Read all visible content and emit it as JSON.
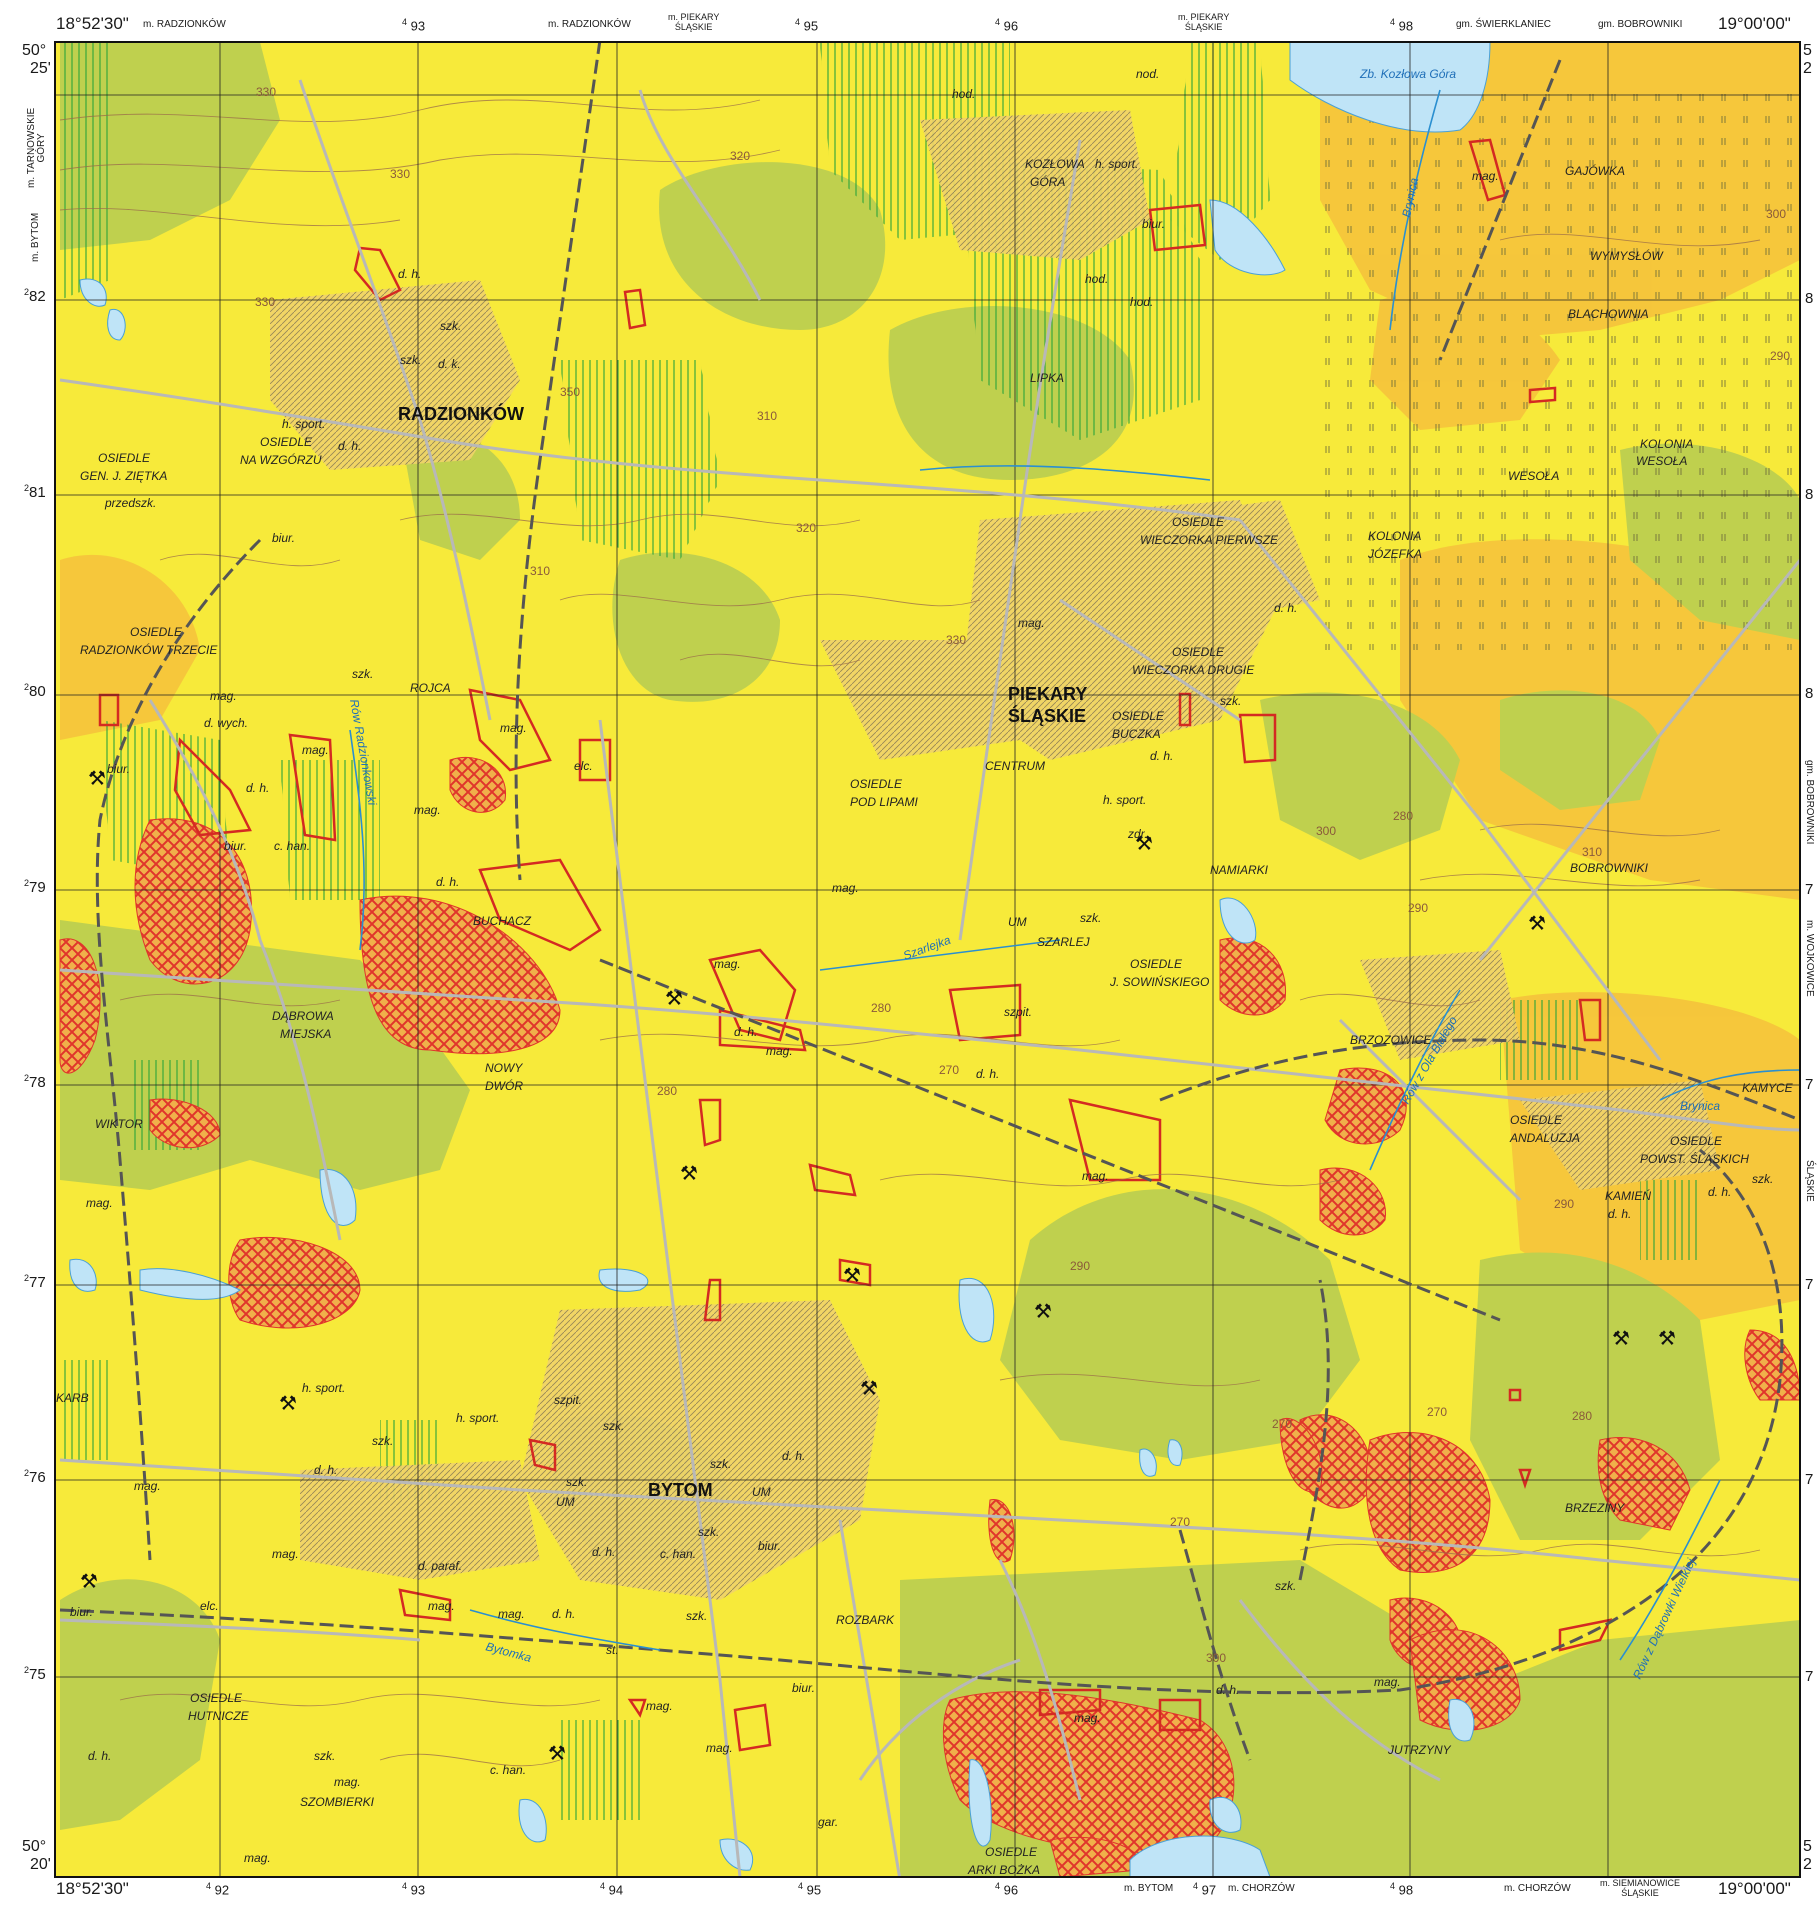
{
  "frame": {
    "corners": {
      "top_left_lon": "18°52'30\"",
      "top_right_lon": "19°00'00\"",
      "bottom_left_lon": "18°52'30\"",
      "bottom_right_lon": "19°00'00\"",
      "top_left_lat_deg": "50°",
      "top_left_lat_min": "25'",
      "bottom_left_lat_deg": "50°",
      "bottom_left_lat_min": "20'"
    },
    "top_grid": [
      "93",
      "95",
      "96",
      "98"
    ],
    "bottom_grid": [
      "92",
      "93",
      "94",
      "95",
      "96",
      "97",
      "98"
    ],
    "grid_prefix": "4",
    "left_grid": [
      "82",
      "81",
      "80",
      "79",
      "78",
      "77",
      "76",
      "75"
    ],
    "left_prefix": "2",
    "right_grid_fragments": [
      "8",
      "8",
      "8",
      "7",
      "7",
      "7",
      "7",
      "7"
    ],
    "right_top_fragment": "5",
    "right_top_fragment2": "2",
    "right_bottom_fragment": "5",
    "right_bottom_fragment2": "2",
    "top_admin": {
      "a": "m. RADZIONKÓW",
      "b": "m. RADZIONKÓW",
      "c1": "m. PIEKARY",
      "c2": "ŚLĄSKIE",
      "d1": "m. PIEKARY",
      "d2": "ŚLĄSKIE",
      "e": "gm. ŚWIERKLANIEC",
      "f": "gm. BOBROWNIKI"
    },
    "bottom_admin": {
      "a": "m. BYTOM",
      "b": "m. CHORZÓW",
      "c": "m. CHORZÓW",
      "d1": "m. SIEMIANOWICE",
      "d2": "ŚLĄSKIE"
    },
    "left_admin": {
      "a1": "m. TARNOWSKIE",
      "a2": "GÓRY",
      "b": "m. BYTOM"
    },
    "right_admin": {
      "a": "gm. BOBROWNIKI",
      "b": "m. WOJKOWICE",
      "c": "ŚLĄSKIE"
    }
  },
  "places": {
    "radzionkow": "RADZIONKÓW",
    "piekary1": "PIEKARY",
    "piekary2": "ŚLĄSKIE",
    "bytom": "BYTOM",
    "kozlowa1": "KOZŁOWA",
    "kozlowa2": "GÓRA",
    "gajowka": "GAJÓWKA",
    "wymyslow": "WYMYSŁÓW",
    "blachownia": "BLACHOWNIA",
    "lipka": "LIPKA",
    "kolonia_wesola1": "KOLONIA",
    "kolonia_wesola2": "WESOŁA",
    "wesola": "WESOŁA",
    "os_zietka1": "OSIEDLE",
    "os_zietka2": "GEN. J. ZIĘTKA",
    "os_wzgorze1": "OSIEDLE",
    "os_wzgorze2": "NA WZGÓRZU",
    "os_wieczorka1_1": "OSIEDLE",
    "os_wieczorka1_2": "WIECZORKA PIERWSZE",
    "kolonia_jozefka1": "KOLONIA",
    "kolonia_jozefka2": "JÓZEFKA",
    "os_trzecie1": "OSIEDLE",
    "os_trzecie2": "RADZIONKÓW TRZECIE",
    "os_wieczorka2_1": "OSIEDLE",
    "os_wieczorka2_2": "WIECZORKA DRUGIE",
    "rojca": "ROJCA",
    "os_buczka1": "OSIEDLE",
    "os_buczka2": "BUCZKA",
    "centrum": "CENTRUM",
    "os_pod_lipami1": "OSIEDLE",
    "os_pod_lipami2": "POD LIPAMI",
    "namiarki": "NAMIARKI",
    "bobrowniki": "BOBROWNIKI",
    "buchacz": "BUCHACZ",
    "szarlej": "SZARLEJ",
    "os_sowinskiego1": "OSIEDLE",
    "os_sowinskiego2": "J. SOWIŃSKIEGO",
    "dabrowa1": "DĄBROWA",
    "dabrowa2": "MIEJSKA",
    "brzozowice": "BRZOZOWICE",
    "nowy_dwor1": "NOWY",
    "nowy_dwor2": "DWÓR",
    "wiktor": "WIKTOR",
    "os_andaluzja1": "OSIEDLE",
    "os_andaluzja2": "ANDALUZJA",
    "os_powst1": "OSIEDLE",
    "os_powst2": "POWST. ŚLĄSKICH",
    "kamien": "KAMIEŃ",
    "kamyce": "KAMYCE",
    "karb": "KARB",
    "rozbark": "ROZBARK",
    "brzeziny": "BRZEZINY",
    "os_hutnicze1": "OSIEDLE",
    "os_hutnicze2": "HUTNICZE",
    "jutrzyny": "JUTRZYNY",
    "szombierki": "SZOMBIERKI",
    "os_arki1": "OSIEDLE",
    "os_arki2": "ARKI BOŻKA",
    "um1": "UM",
    "um2": "UM",
    "um3": "UM"
  },
  "water": {
    "kozlowa_gora": "Zb. Kozłowa Góra",
    "brynica_n": "Brynica",
    "brynica_e": "Brynica",
    "row_radzionkowski": "Rów Radzionkowski",
    "szarlejka": "Szarlejka",
    "row_od_bialego": "Rów z Ola Białego",
    "bytomka": "Bytomka",
    "row_dabrowki": "Rów z Dąbrowki Wielkiej"
  },
  "abbreviations": {
    "hod1": "hod.",
    "hod2": "hod.",
    "hod3": "hod.",
    "nod": "nod.",
    "hsport1": "h. sport.",
    "hsport2": "h. sport.",
    "hsport3": "h. sport.",
    "hsport4": "h. sport.",
    "hsport5": "h. sport.",
    "biur1": "biur.",
    "biur2": "biur.",
    "biur3": "biur.",
    "biur4": "biur.",
    "biur5": "biur.",
    "biur6": "biur.",
    "biur7": "biur.",
    "dh1": "d. h.",
    "dh2": "d. h.",
    "dh3": "d. h.",
    "dh4": "d. h.",
    "dh5": "d. h.",
    "dh6": "d. h.",
    "dh7": "d. h.",
    "dh8": "d. h.",
    "dh9": "d. h.",
    "dh10": "d. h.",
    "dh11": "d. h.",
    "dh12": "d. h.",
    "dh13": "d. h.",
    "dh14": "d. h.",
    "dh15": "d. h.",
    "dh16": "d. h.",
    "szk1": "szk.",
    "szk2": "szk.",
    "szk3": "szk.",
    "szk4": "szk.",
    "szk5": "szk.",
    "szk6": "szk.",
    "szk7": "szk.",
    "szk8": "szk.",
    "szk9": "szk.",
    "szk10": "szk.",
    "szk11": "szk.",
    "szk12": "szk.",
    "szk13": "szk.",
    "szk14": "szk.",
    "dk": "d. k.",
    "przedszk": "przedszk.",
    "mag1": "mag.",
    "mag2": "mag.",
    "mag3": "mag.",
    "mag4": "mag.",
    "mag5": "mag.",
    "mag6": "mag.",
    "mag7": "mag.",
    "mag8": "mag.",
    "mag9": "mag.",
    "mag10": "mag.",
    "mag11": "mag.",
    "mag12": "mag.",
    "mag13": "mag.",
    "mag14": "mag.",
    "mag15": "mag.",
    "mag16": "mag.",
    "mag17": "mag.",
    "mag18": "mag.",
    "mag19": "mag.",
    "mag20": "mag.",
    "mag21": "mag.",
    "dwych": "d. wych.",
    "elc1": "elc.",
    "elc2": "elc.",
    "chan1": "c. han.",
    "chan2": "c. han.",
    "chan3": "c. han.",
    "zdr": "zdr.",
    "szpit1": "szpit.",
    "szpit2": "szpit.",
    "dparaf": "d. paraf.",
    "gar": "gar.",
    "st": "st."
  },
  "contours": {
    "c330a": "330",
    "c330b": "330",
    "c330c": "330",
    "c330d": "330",
    "c320a": "320",
    "c320b": "320",
    "c310a": "310",
    "c310b": "310",
    "c310c": "310",
    "c350": "350",
    "c280a": "280",
    "c280b": "280",
    "c280c": "280",
    "c280d": "280",
    "c270a": "270",
    "c270b": "270",
    "c270c": "270",
    "c270d": "270",
    "c290a": "290",
    "c290b": "290",
    "c290c": "290",
    "c290d": "290",
    "c300a": "300",
    "c300b": "300",
    "c300c": "300"
  },
  "colors": {
    "yellow": "#f7ea3a",
    "lime": "#bfd04e",
    "orange": "#f5c33c",
    "green_line": "#2aa33a",
    "water": "#bfe4f7",
    "road": "#c9c9c9",
    "red": "#e0352b",
    "contour": "#9a6b4a",
    "frame": "#111111"
  }
}
